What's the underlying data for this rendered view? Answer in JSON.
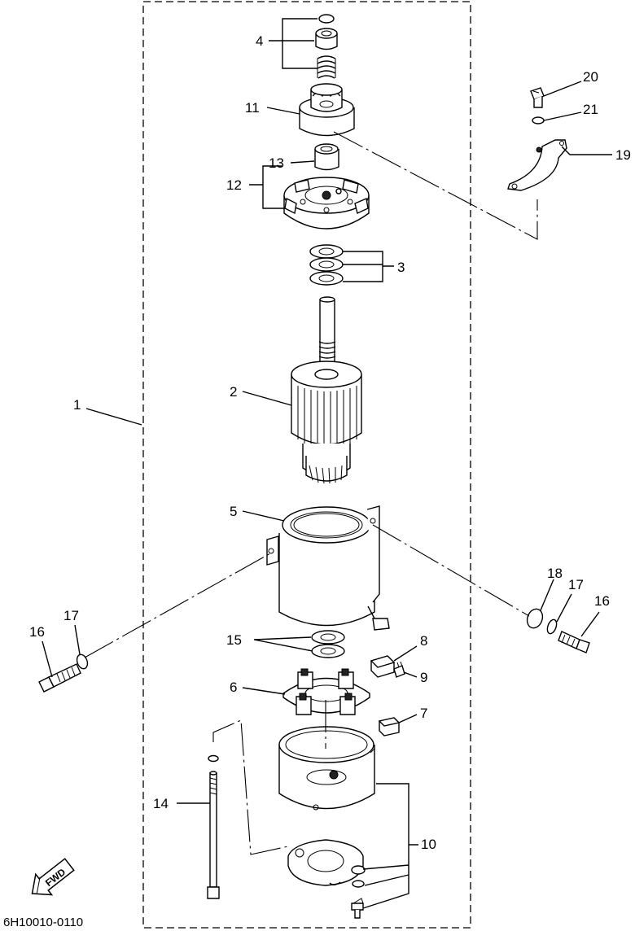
{
  "diagram": {
    "part_numbers": [
      "1",
      "2",
      "3",
      "4",
      "5",
      "6",
      "7",
      "8",
      "9",
      "10",
      "11",
      "12",
      "13",
      "14",
      "15",
      "16",
      "17",
      "18",
      "19",
      "20",
      "21",
      "16",
      "17"
    ],
    "fwd_label": "FWD",
    "drawing_code": "6H10010-0110"
  }
}
